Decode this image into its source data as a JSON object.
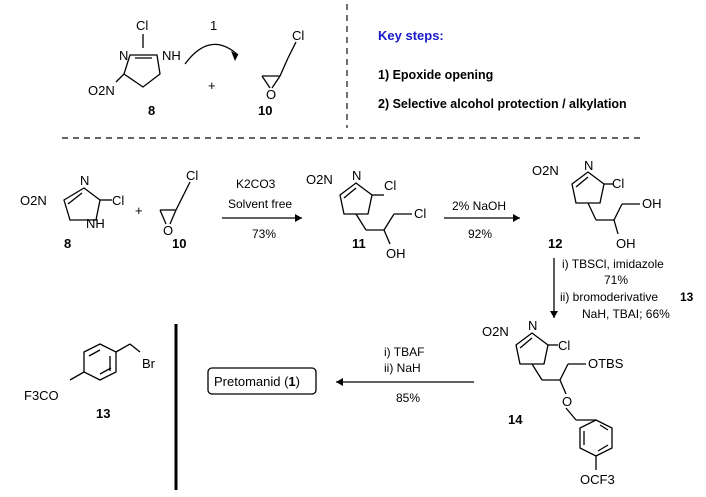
{
  "top": {
    "arrow_label": "1",
    "plus": "+",
    "compound_8_label": "8",
    "compound_10_label": "10",
    "key_title": "Key steps:",
    "key_steps": [
      "1) Epoxide opening",
      "2) Selective alcohol protection / alkylation"
    ]
  },
  "scheme": {
    "compound_8": "8",
    "compound_10": "10",
    "compound_11": "11",
    "compound_12": "12",
    "compound_13": "13",
    "compound_14": "14",
    "plus": "+",
    "step1": {
      "reagent": "K2CO3",
      "conditions": "Solvent free",
      "yield": "73%"
    },
    "step2": {
      "reagent": "2% NaOH",
      "yield": "92%"
    },
    "step3": {
      "line1": "i) TBSCl, imidazole",
      "line2": "71%",
      "line3": "ii) bromoderivative",
      "line3_ref": "13",
      "line4": "NaH, TBAI; 66%"
    },
    "step4": {
      "line1": "i) TBAF",
      "line2": "ii) NaH",
      "yield": "85%"
    },
    "product": {
      "name": "Pretomanid (",
      "ref": "1",
      "close": ")"
    }
  },
  "atoms": {
    "cl": "Cl",
    "nh": "NH",
    "n": "N",
    "o": "O",
    "oh": "OH",
    "otbs": "OTBS",
    "br": "Br",
    "no2": "O2N",
    "ocf3": "OCF3",
    "f3co": "F3CO"
  }
}
